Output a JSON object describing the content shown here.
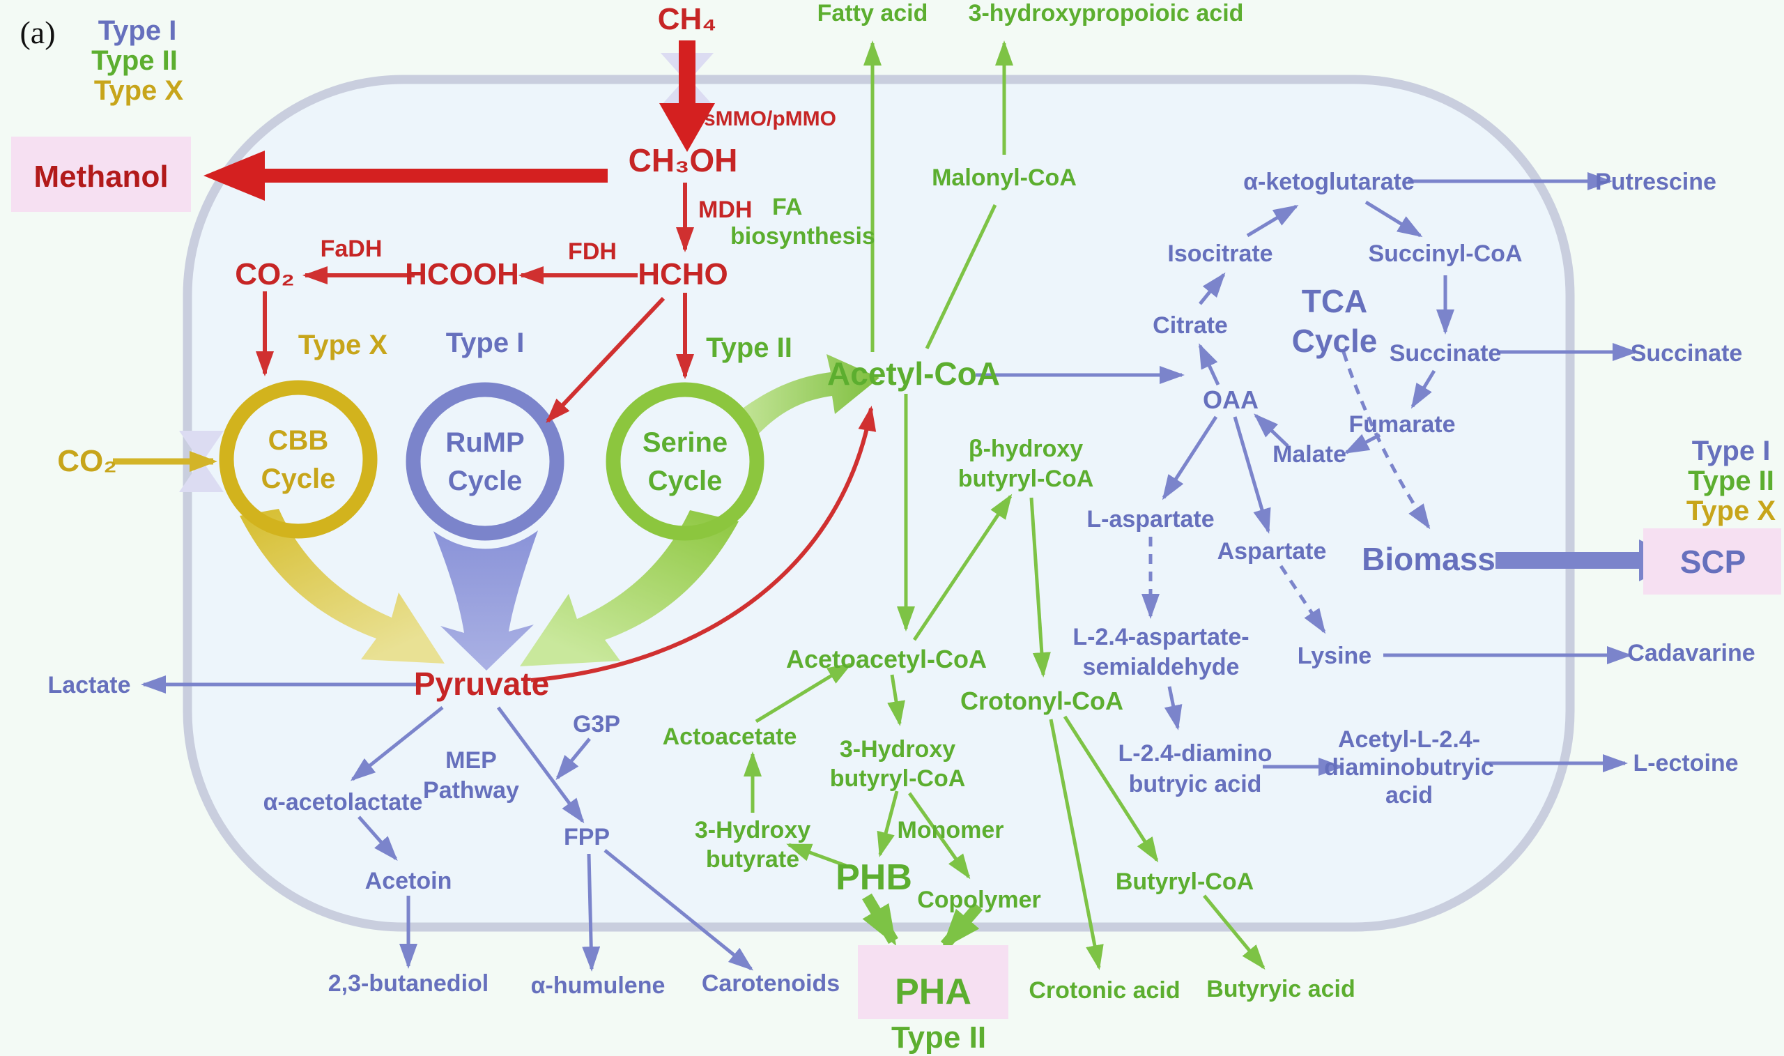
{
  "figure_label": "(a)",
  "legend_left": {
    "items": [
      {
        "label": "Type I",
        "color": "#6670bd"
      },
      {
        "label": "Type II",
        "color": "#5cae2f"
      },
      {
        "label": "Type X",
        "color": "#c7a51a"
      }
    ]
  },
  "legend_right": {
    "items": [
      {
        "label": "Type I",
        "color": "#6670bd"
      },
      {
        "label": "Type II",
        "color": "#5cae2f"
      },
      {
        "label": "Type X",
        "color": "#c7a51a"
      }
    ]
  },
  "boxes": {
    "methanol": "Methanol",
    "scp": "SCP",
    "pha": "PHA"
  },
  "cycles": {
    "cbb": {
      "lines": [
        "CBB",
        "Cycle"
      ],
      "type_label": "Type X"
    },
    "rump": {
      "lines": [
        "RuMP",
        "Cycle"
      ],
      "type_label": "Type I"
    },
    "serine": {
      "lines": [
        "Serine",
        "Cycle"
      ],
      "type_label": "Type II"
    },
    "tca": {
      "lines": [
        "TCA",
        "Cycle"
      ]
    }
  },
  "enzymes": {
    "mmo": "sMMO/pMMO",
    "mdh": "MDH",
    "fdh": "FDH",
    "fadh": "FaDH"
  },
  "nodes": {
    "ch4": {
      "label": "CH₄"
    },
    "ch3oh": {
      "label": "CH₃OH"
    },
    "hcho": {
      "label": "HCHO"
    },
    "hcooh": {
      "label": "HCOOH"
    },
    "co2_red": {
      "label": "CO₂"
    },
    "co2_yellow": {
      "label": "CO₂"
    },
    "fa_bio": {
      "lines": [
        "FA",
        "biosynthesis"
      ]
    },
    "fatty_acid": {
      "label": "Fatty acid"
    },
    "hp_acid": {
      "label": "3-hydroxypropoioic acid"
    },
    "malonyl": {
      "label": "Malonyl-CoA"
    },
    "acetyl": {
      "label": "Acetyl-CoA"
    },
    "bhb": {
      "lines": [
        "β-hydroxy",
        "butyryl-CoA"
      ]
    },
    "akg": {
      "label": "α-ketoglutarate"
    },
    "putrescine": {
      "label": "Putrescine"
    },
    "isocitrate": {
      "label": "Isocitrate"
    },
    "succinyl": {
      "label": "Succinyl-CoA"
    },
    "citrate": {
      "label": "Citrate"
    },
    "succinate_in": {
      "label": "Succinate"
    },
    "succinate_ext": {
      "label": "Succinate"
    },
    "oaa": {
      "label": "OAA"
    },
    "fumarate": {
      "label": "Fumarate"
    },
    "malate": {
      "label": "Malate"
    },
    "l_aspartate": {
      "label": "L-aspartate"
    },
    "aspartate": {
      "label": "Aspartate"
    },
    "biomass": {
      "label": "Biomass"
    },
    "lysine": {
      "label": "Lysine"
    },
    "cadavarine": {
      "label": "Cadavarine"
    },
    "asp_semi": {
      "lines": [
        "L-2.4-aspartate-",
        "semialdehyde"
      ]
    },
    "diamino": {
      "lines": [
        "L-2.4-diamino",
        "butryic acid"
      ]
    },
    "acetyl_dab": {
      "lines": [
        "Acetyl-L-2.4-",
        "diaminobutryic",
        "acid"
      ]
    },
    "ectoine": {
      "label": "L-ectoine"
    },
    "lactate": {
      "label": "Lactate"
    },
    "pyruvate": {
      "label": "Pyruvate"
    },
    "acetolactate": {
      "label": "α-acetolactate"
    },
    "mep": {
      "lines": [
        "MEP",
        "Pathway"
      ]
    },
    "g3p": {
      "label": "G3P"
    },
    "fpp": {
      "label": "FPP"
    },
    "acetoin": {
      "label": "Acetoin"
    },
    "butanediol": {
      "label": "2,3-butanediol"
    },
    "humulene": {
      "label": "α-humulene"
    },
    "carotenoids": {
      "label": "Carotenoids"
    },
    "acetoacetyl": {
      "label": "Acetoacetyl-CoA"
    },
    "actoacetate": {
      "label": "Actoacetate"
    },
    "hb_coa": {
      "lines": [
        "3-Hydroxy",
        "butyryl-CoA"
      ]
    },
    "hb": {
      "lines": [
        "3-Hydroxy",
        "butyrate"
      ]
    },
    "monomer": {
      "label": "Monomer"
    },
    "phb": {
      "label": "PHB"
    },
    "copolymer": {
      "label": "Copolymer"
    },
    "pha_type": {
      "label": "Type II"
    },
    "crotonyl": {
      "label": "Crotonyl-CoA"
    },
    "crotonic": {
      "label": "Crotonic acid"
    },
    "butyryl": {
      "label": "Butyryl-CoA"
    },
    "butyryic": {
      "label": "Butyryic acid"
    }
  },
  "palette": {
    "red_text": "#c62525",
    "dark_red": "#b21a1a",
    "blue_text": "#6670bd",
    "green_text": "#5cae2f",
    "yellow_text": "#c7a51a",
    "arrow_red": "#d03030",
    "arrow_blue": "#7b84cb",
    "arrow_green": "#7dc345",
    "arrow_yellow": "#d3b428",
    "membrane": "#c9cede",
    "channel": "#dcdcf2",
    "pink_box": "#f6e0f2",
    "cell_fill": "#edf5fb",
    "background": "#f3faf5"
  }
}
